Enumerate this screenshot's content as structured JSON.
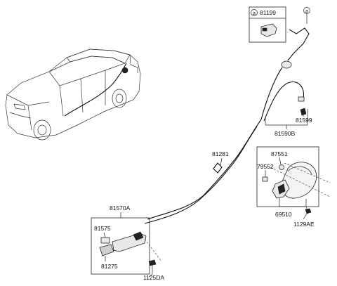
{
  "callout_marker": "a",
  "labels": {
    "p81199": "81199",
    "p81590B": "81590B",
    "p81599": "81599",
    "p81281": "81281",
    "p87551": "87551",
    "p79552": "79552",
    "p69510": "69510",
    "p1129AE": "1129AE",
    "p81570A": "81570A",
    "p81575": "81575",
    "p81275": "81275",
    "p1125DA": "1125DA"
  }
}
